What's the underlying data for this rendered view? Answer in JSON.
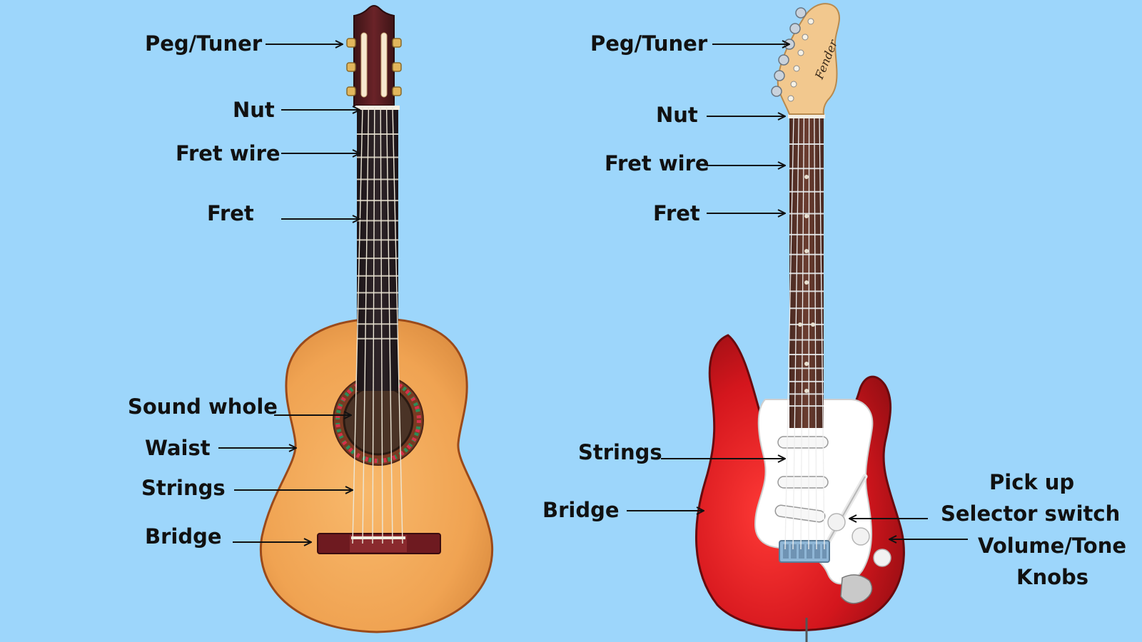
{
  "colors": {
    "background": "#9dd6fb",
    "acoustic_body": "#f3a85a",
    "acoustic_fretboard": "#2a2024",
    "electric_body": "#d4161d",
    "pickguard": "#ffffff",
    "headstock_maple": "#f2c88e"
  },
  "acoustic": {
    "labels": {
      "peg": "Peg/Tuner",
      "nut": "Nut",
      "fret_wire": "Fret wire",
      "fret": "Fret",
      "sound_hole": "Sound whole",
      "waist": "Waist",
      "strings": "Strings",
      "bridge": "Bridge"
    }
  },
  "electric": {
    "logo_text": "Fender",
    "labels": {
      "peg": "Peg/Tuner",
      "nut": "Nut",
      "fret_wire": "Fret wire",
      "fret": "Fret",
      "strings": "Strings",
      "bridge": "Bridge",
      "pickup_line1": "Pick up",
      "pickup_line2": "Selector switch",
      "knobs_line1": "Volume/Tone",
      "knobs_line2": "Knobs"
    }
  }
}
